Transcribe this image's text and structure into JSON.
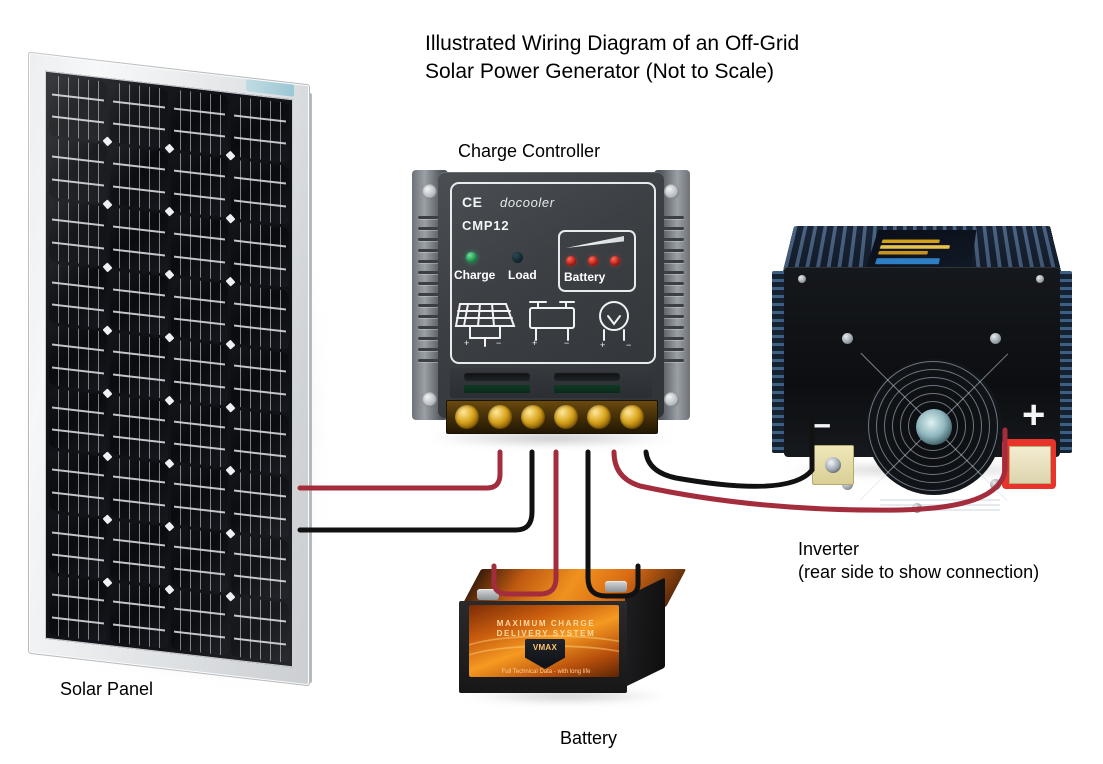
{
  "title": {
    "line1": "Illustrated Wiring Diagram of an Off-Grid",
    "line2": "Solar Power Generator (Not to Scale)"
  },
  "labels": {
    "solar_panel": "Solar Panel",
    "charge_controller": "Charge Controller",
    "battery": "Battery",
    "inverter_line1": "Inverter",
    "inverter_line2": "(rear side to show connection)"
  },
  "charge_controller": {
    "ce_mark": "CE",
    "brand": "docooler",
    "model": "CMP12",
    "led_charge_label": "Charge",
    "led_load_label": "Load",
    "battery_meter_label": "Battery",
    "led_charge_color": "#3cdc82",
    "led_load_color": "#1b333d",
    "battery_led_color": "#e63c2d",
    "terminal_count": 6,
    "terminal_color": "#d8a31b",
    "icons": [
      "solar-panel-icon",
      "battery-icon",
      "load-lamp-icon"
    ]
  },
  "inverter": {
    "polarity_negative": "–",
    "polarity_positive": "+",
    "negative_terminal_color": "#e7dfae",
    "positive_terminal_color": "#e8342a",
    "heatsink_color": "#3c5f86",
    "fan": "cooling-fan-icon"
  },
  "battery": {
    "label_line1": "MAXIMUM CHARGE",
    "label_line2": "DELIVERY SYSTEM",
    "brand": "VMAX",
    "sub_label": "Full Technical Data - with long life",
    "case_color": "#f59a21"
  },
  "solar_panel": {
    "cell_columns": 4,
    "cell_rows": 9,
    "frame_color": "#e9ebec",
    "cell_color": "#111318"
  },
  "wiring": {
    "positive_color": "#a32d3c",
    "negative_color": "#111111",
    "connections": [
      {
        "from": "solar-panel",
        "to": "charge-controller-terminal-1",
        "polarity": "positive"
      },
      {
        "from": "solar-panel",
        "to": "charge-controller-terminal-2",
        "polarity": "negative"
      },
      {
        "from": "charge-controller-terminal-3",
        "to": "battery-positive",
        "polarity": "positive"
      },
      {
        "from": "charge-controller-terminal-4",
        "to": "battery-negative",
        "polarity": "negative"
      },
      {
        "from": "charge-controller-terminal-5",
        "to": "inverter-positive",
        "polarity": "positive"
      },
      {
        "from": "charge-controller-terminal-6",
        "to": "inverter-negative",
        "polarity": "negative"
      }
    ]
  }
}
